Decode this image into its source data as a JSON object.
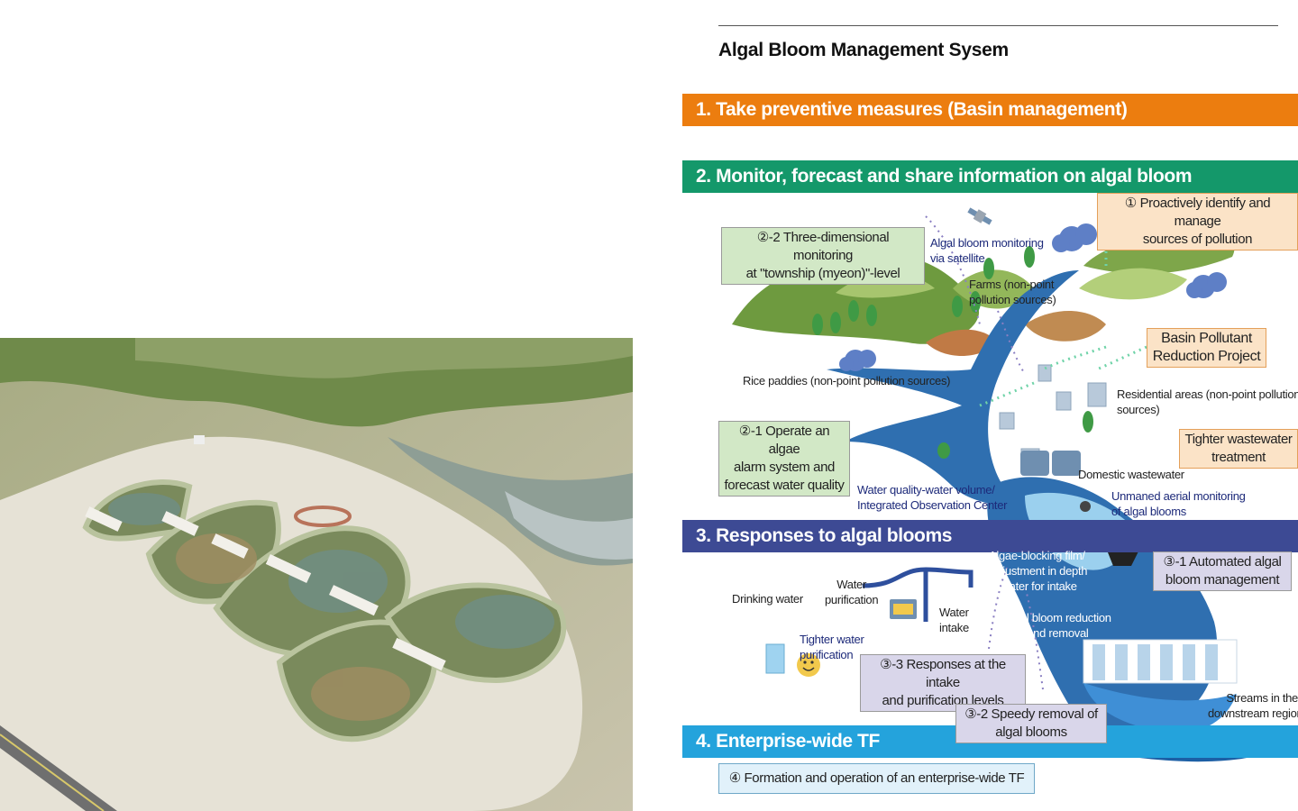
{
  "title": "Algal Bloom Management Sysem",
  "sections": [
    {
      "label": "1. Take preventive measures (Basin management)",
      "color": "#ec7d0f"
    },
    {
      "label": "2. Monitor, forecast and share information on algal bloom",
      "color": "#14986a"
    },
    {
      "label": "3. Responses to algal blooms",
      "color": "#3d4a94"
    },
    {
      "label": "4. Enterprise-wide TF",
      "color": "#24a3dc"
    }
  ],
  "boxes": {
    "proactive": [
      "① Proactively identify and manage",
      "sources of pollution"
    ],
    "three_d": [
      "②-2 Three-dimensional monitoring",
      "at \"township (myeon)\"-level"
    ],
    "basin": [
      "Basin Pollutant",
      "Reduction Project"
    ],
    "alarm": [
      "②-1 Operate an algae",
      "alarm system and",
      "forecast water quality"
    ],
    "wastewater": [
      "Tighter wastewater",
      "treatment"
    ],
    "automated": [
      "③-1 Automated algal",
      "bloom management"
    ],
    "responses": [
      "③-3 Responses at the intake",
      "and purification levels"
    ],
    "speedy": [
      "③-2 Speedy removal of",
      "algal blooms"
    ],
    "tf": "④ Formation and operation of an enterprise-wide TF"
  },
  "labels": {
    "satellite": [
      "Algal bloom monitoring",
      "via satellite"
    ],
    "farms": [
      "Farms (non-point",
      "pollution sources)"
    ],
    "rice": "Rice paddies (non-point pollution sources)",
    "residential": [
      "Residential areas (non-point pollution",
      "sources)"
    ],
    "domestic": "Domestic wastewater",
    "observation": [
      "Water quality-water volume/",
      "Integrated Observation Center"
    ],
    "uav": [
      "Unmaned aerial monitoring",
      "of algal blooms"
    ],
    "film": [
      "Algae-blocking film/",
      "Adjustment in depth",
      "of water for intake"
    ],
    "drinking": "Drinking water",
    "purification": [
      "Water",
      "purification"
    ],
    "intake": [
      "Water",
      "intake"
    ],
    "reduction": [
      "Algal bloom reduction",
      "and removal"
    ],
    "tighter_water": [
      "Tighter water",
      "purification"
    ],
    "streams": [
      "Streams in the",
      "downstream region"
    ]
  },
  "colors": {
    "river": "#2f6fb0",
    "hill": "#6e9a3f",
    "water_light": "#9bd0ee"
  }
}
